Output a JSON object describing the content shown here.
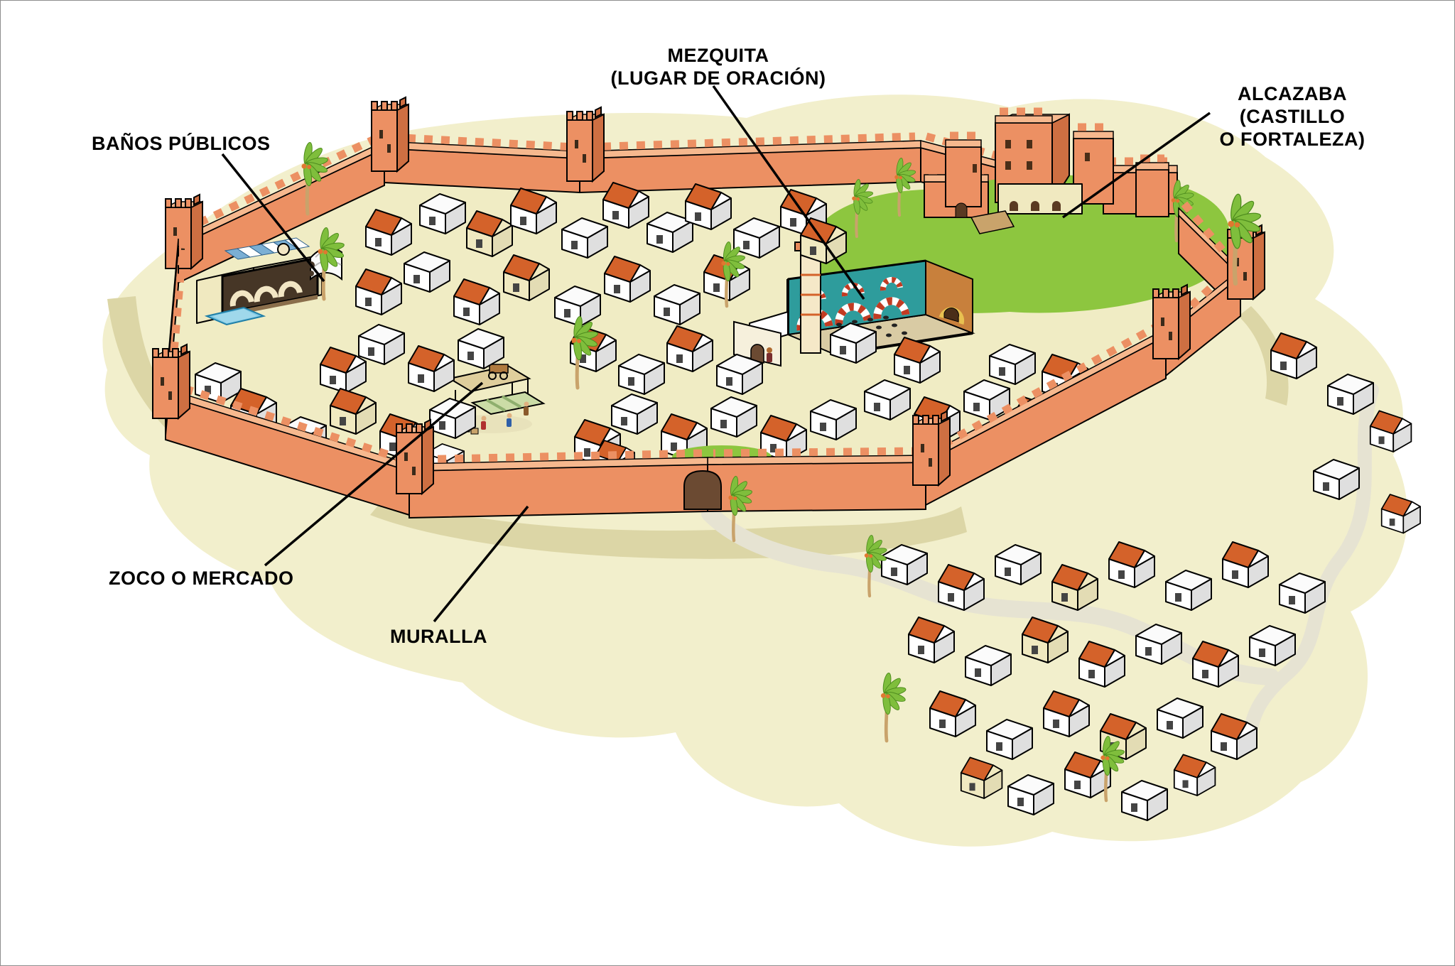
{
  "figure": {
    "type": "educational-diagram",
    "subject": "ciudad musulmana medieval"
  },
  "labels": {
    "mezquita": {
      "line1": "MEZQUITA",
      "line2": "(LUGAR DE ORACIÓN)"
    },
    "alcazaba": {
      "line1": "ALCAZABA",
      "line2": "(CASTILLO",
      "line3": "O FORTALEZA)"
    },
    "banos": {
      "text": "BAÑOS PÚBLICOS"
    },
    "zoco": {
      "text": "ZOCO O MERCADO"
    },
    "muralla": {
      "text": "MURALLA"
    }
  },
  "colors": {
    "wall": "#EC9063",
    "wall_top": "#F6B88E",
    "wall_shadow": "#CE6F42",
    "roof": "#D4622A",
    "house_white": "#FFFFFF",
    "house_cream": "#F0E9C0",
    "ground": "#F2EFCC",
    "grass": "#8DC63F",
    "palm_green": "#7FBE3C",
    "water": "#7EC8E3",
    "line": "#000000"
  }
}
